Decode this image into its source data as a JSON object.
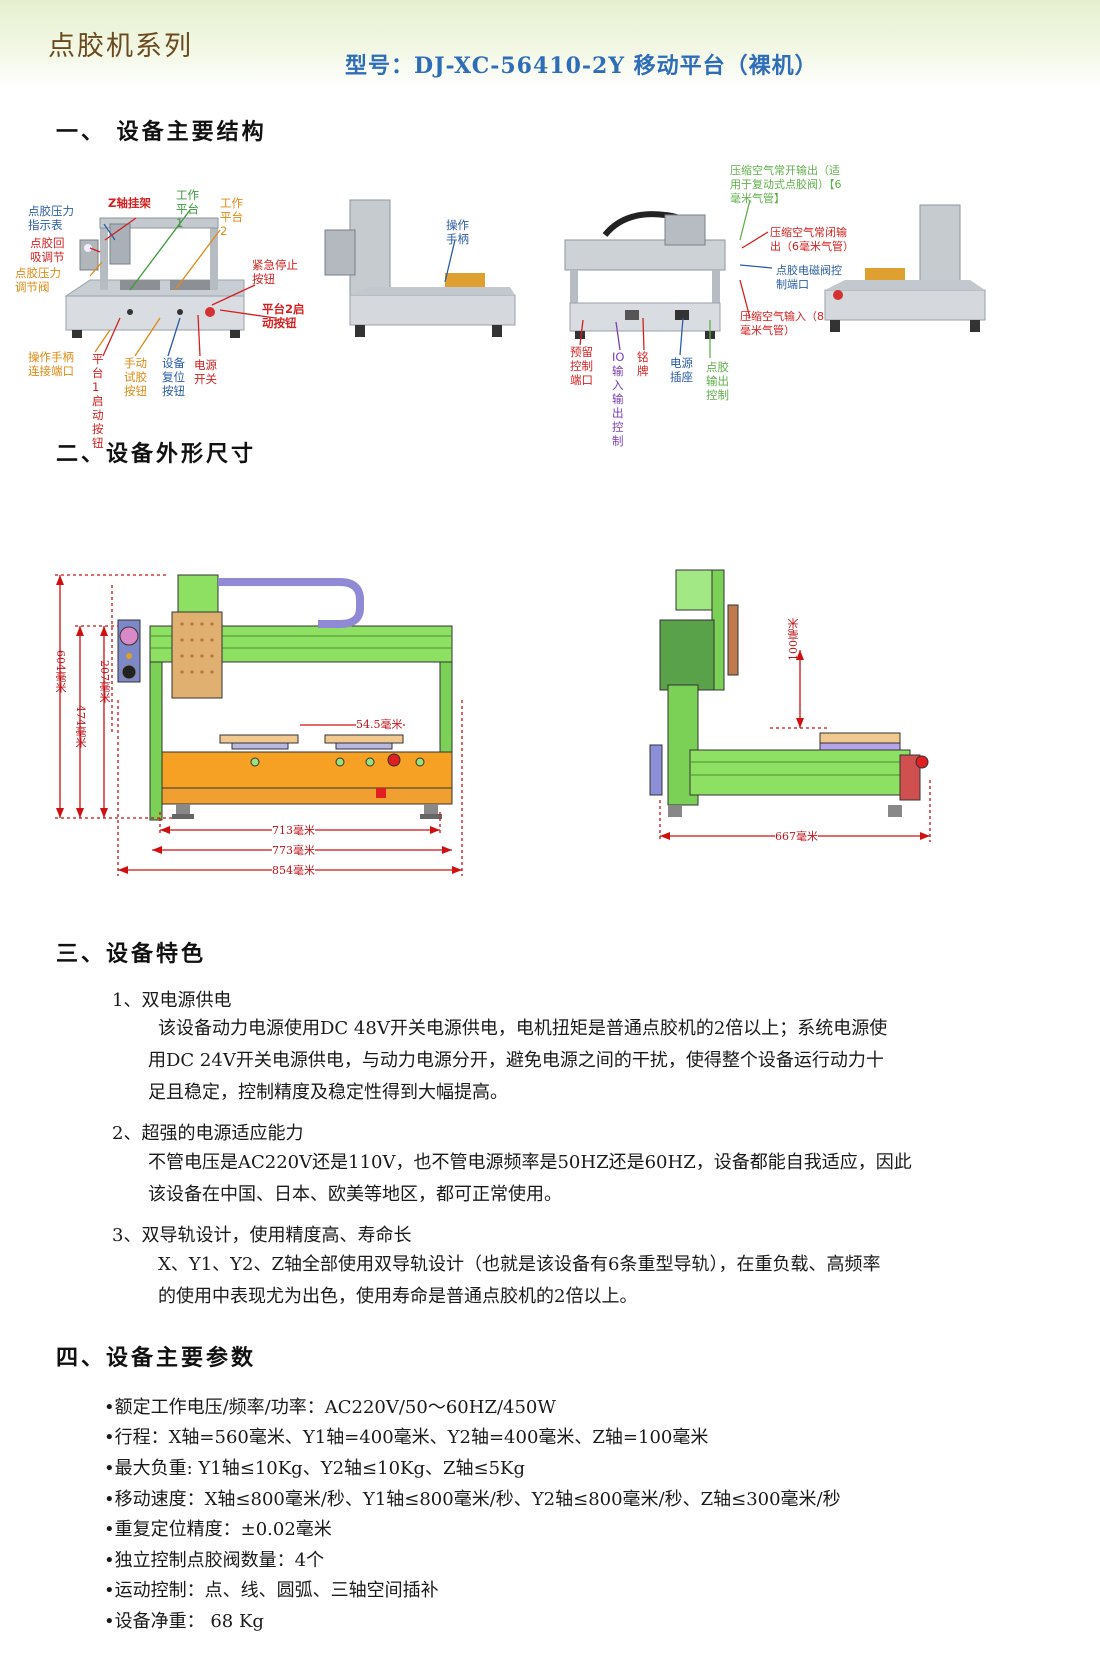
{
  "header": {
    "series": "点胶机系列",
    "model": "型号：DJ-XC-56410-2Y 移动平台（裸机）"
  },
  "sections": {
    "s1": "一、 设备主要结构",
    "s2": "二、设备外形尺寸",
    "s3": "三、设备特色",
    "s4": "四、设备主要参数"
  },
  "structure_labels": {
    "pressure_gauge": "点胶压力指示表",
    "suck_back": "点胶回吸调节",
    "pressure_valve": "点胶压力调节阀",
    "z_mount": "Z轴挂架",
    "table1": "工作平台1",
    "table2": "工作平台2",
    "estop": "紧急停止按钮",
    "table2_start": "平台2启动按钮",
    "handle_port": "操作手柄连接端口",
    "table1_start": "平台1启动按钮",
    "manual_test": "手动试胶按钮",
    "reset": "设备复位按钮",
    "power_switch": "电源开关",
    "handle": "操作手柄",
    "air_open": "压缩空气常开输出（适用于复动式点胶阀）【6毫米气管】",
    "air_closed": "压缩空气常闭输出（6毫米气管）",
    "solenoid_port": "点胶电磁阀控制端口",
    "air_in": "压缩空气输入（8毫米气管）",
    "reserved_port": "预留控制端口",
    "io_port": "IO输入输出控制",
    "nameplate": "铭牌",
    "power_socket": "电源插座",
    "dispense_out": "点胶输出控制"
  },
  "dimensions": {
    "h604": "604毫米",
    "h474": "474毫米",
    "h207": "207毫米",
    "w545": "54.5毫米",
    "w713": "713毫米",
    "w773": "773毫米",
    "w854": "854毫米",
    "h100": "100毫米",
    "w667": "667毫米"
  },
  "features": [
    {
      "title": "1、双电源供电",
      "lines": [
        "该设备动力电源使用DC 48V开关电源供电，电机扭矩是普通点胶机的2倍以上；系统电源使",
        "用DC 24V开关电源供电，与动力电源分开，避免电源之间的干扰，使得整个设备运行动力十",
        "足且稳定，控制精度及稳定性得到大幅提高。"
      ]
    },
    {
      "title": "2、超强的电源适应能力",
      "lines": [
        "不管电压是AC220V还是110V，也不管电源频率是50HZ还是60HZ，设备都能自我适应，因此",
        "该设备在中国、日本、欧美等地区，都可正常使用。"
      ]
    },
    {
      "title": "3、双导轨设计，使用精度高、寿命长",
      "lines": [
        "X、Y1、Y2、Z轴全部使用双导轨设计（也就是该设备有6条重型导轨），在重负载、高频率",
        "的使用中表现尤为出色，使用寿命是普通点胶机的2倍以上。"
      ]
    }
  ],
  "specs": [
    "•额定工作电压/频率/功率：AC220V/50～60HZ/450W",
    "•行程：X轴=560毫米、Y1轴=400毫米、Y2轴=400毫米、Z轴=100毫米",
    "•最大负重: Y1轴≤10Kg、Y2轴≤10Kg、Z轴≤5Kg",
    "•移动速度：X轴≤800毫米/秒、Y1轴≤800毫米/秒、Y2轴≤800毫米/秒、Z轴≤300毫米/秒",
    "•重复定位精度：±0.02毫米",
    "•独立控制点胶阀数量：4个",
    "•运动控制：点、线、圆弧、三轴空间插补",
    "•设备净重： 68 Kg"
  ]
}
